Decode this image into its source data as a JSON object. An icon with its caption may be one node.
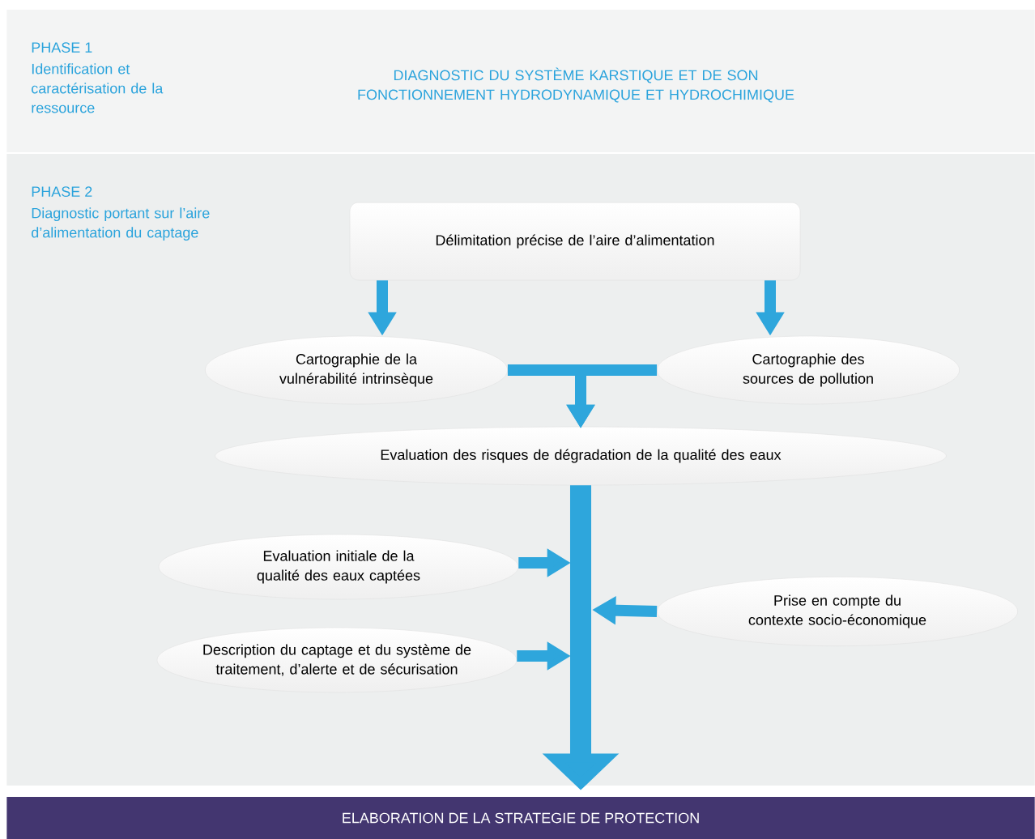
{
  "diagram": {
    "nodes": [
      {
        "text": [
          "PHASE 1",
          "Identification et caractérisation de la ressource",
          "DIAGNOSTIC DU SYSTÈME KARSTIQUE  ET DE SON FONCTIONNEMENT HYDRODYNAMIQUE ET HYDROCHIMIQUE"
        ]
      },
      {
        "text": [
          "PHASE 2",
          "Diagnostic portant sur l’aire d’alimentation du captage"
        ]
      },
      {
        "text": [
          "Délimitation précise de l’aire d’alimentation"
        ],
        "in": 1
      },
      {
        "text": [
          "Cartographie de la vulnérabilité intrinsèque"
        ],
        "in": 1
      },
      {
        "text": [
          "Cartographie des sources de pollution"
        ],
        "in": 1
      },
      {
        "text": [
          "Evaluation des risques de dégradation de la qualité des eaux"
        ],
        "in": 1
      },
      {
        "text": [
          "Evaluation initiale de la qualité des eaux captées"
        ],
        "in": 1
      },
      {
        "text": [
          "Description du captage et du système de traitement, d’alerte et de sécurisation"
        ],
        "in": 1
      },
      {
        "text": [
          "Prise en compte du contexte socio-économique"
        ],
        "in": 1
      },
      {
        "text": [
          "ELABORATION DE LA STRATEGIE DE PROTECTION"
        ]
      }
    ],
    "edges": [
      {
        "from": 2,
        "to": 3,
        "arrow": "to"
      },
      {
        "from": 2,
        "to": 4,
        "arrow": "to"
      },
      {
        "from": 3,
        "to": 5,
        "arrow": "to"
      },
      {
        "from": 4,
        "to": 5,
        "arrow": "to"
      },
      {
        "from": 5,
        "to": 9,
        "arrow": "to",
        "style": "thick"
      },
      {
        "from": 6,
        "to": null,
        "arrow": "to"
      },
      {
        "from": 7,
        "to": null,
        "arrow": "to"
      },
      {
        "from": 8,
        "to": null,
        "arrow": "to"
      }
    ]
  }
}
